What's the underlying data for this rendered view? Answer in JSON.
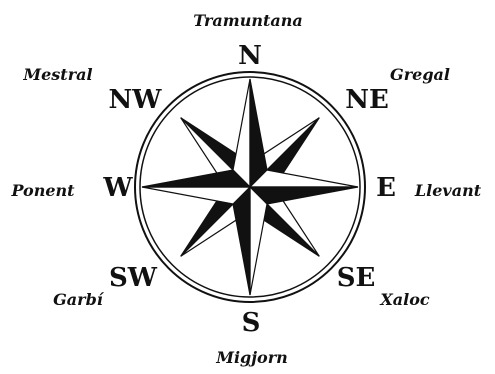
{
  "colors": {
    "ink": "#111111",
    "paper": "#ffffff"
  },
  "directions": {
    "n": "N",
    "ne": "NE",
    "e": "E",
    "se": "SE",
    "s": "S",
    "sw": "SW",
    "w": "W",
    "nw": "NW"
  },
  "winds": {
    "n": "Tramuntana",
    "ne": "Gregal",
    "e": "Llevant",
    "se": "Xaloc",
    "s": "Migjorn",
    "sw": "Garbí",
    "w": "Ponent",
    "nw": "Mestral"
  }
}
